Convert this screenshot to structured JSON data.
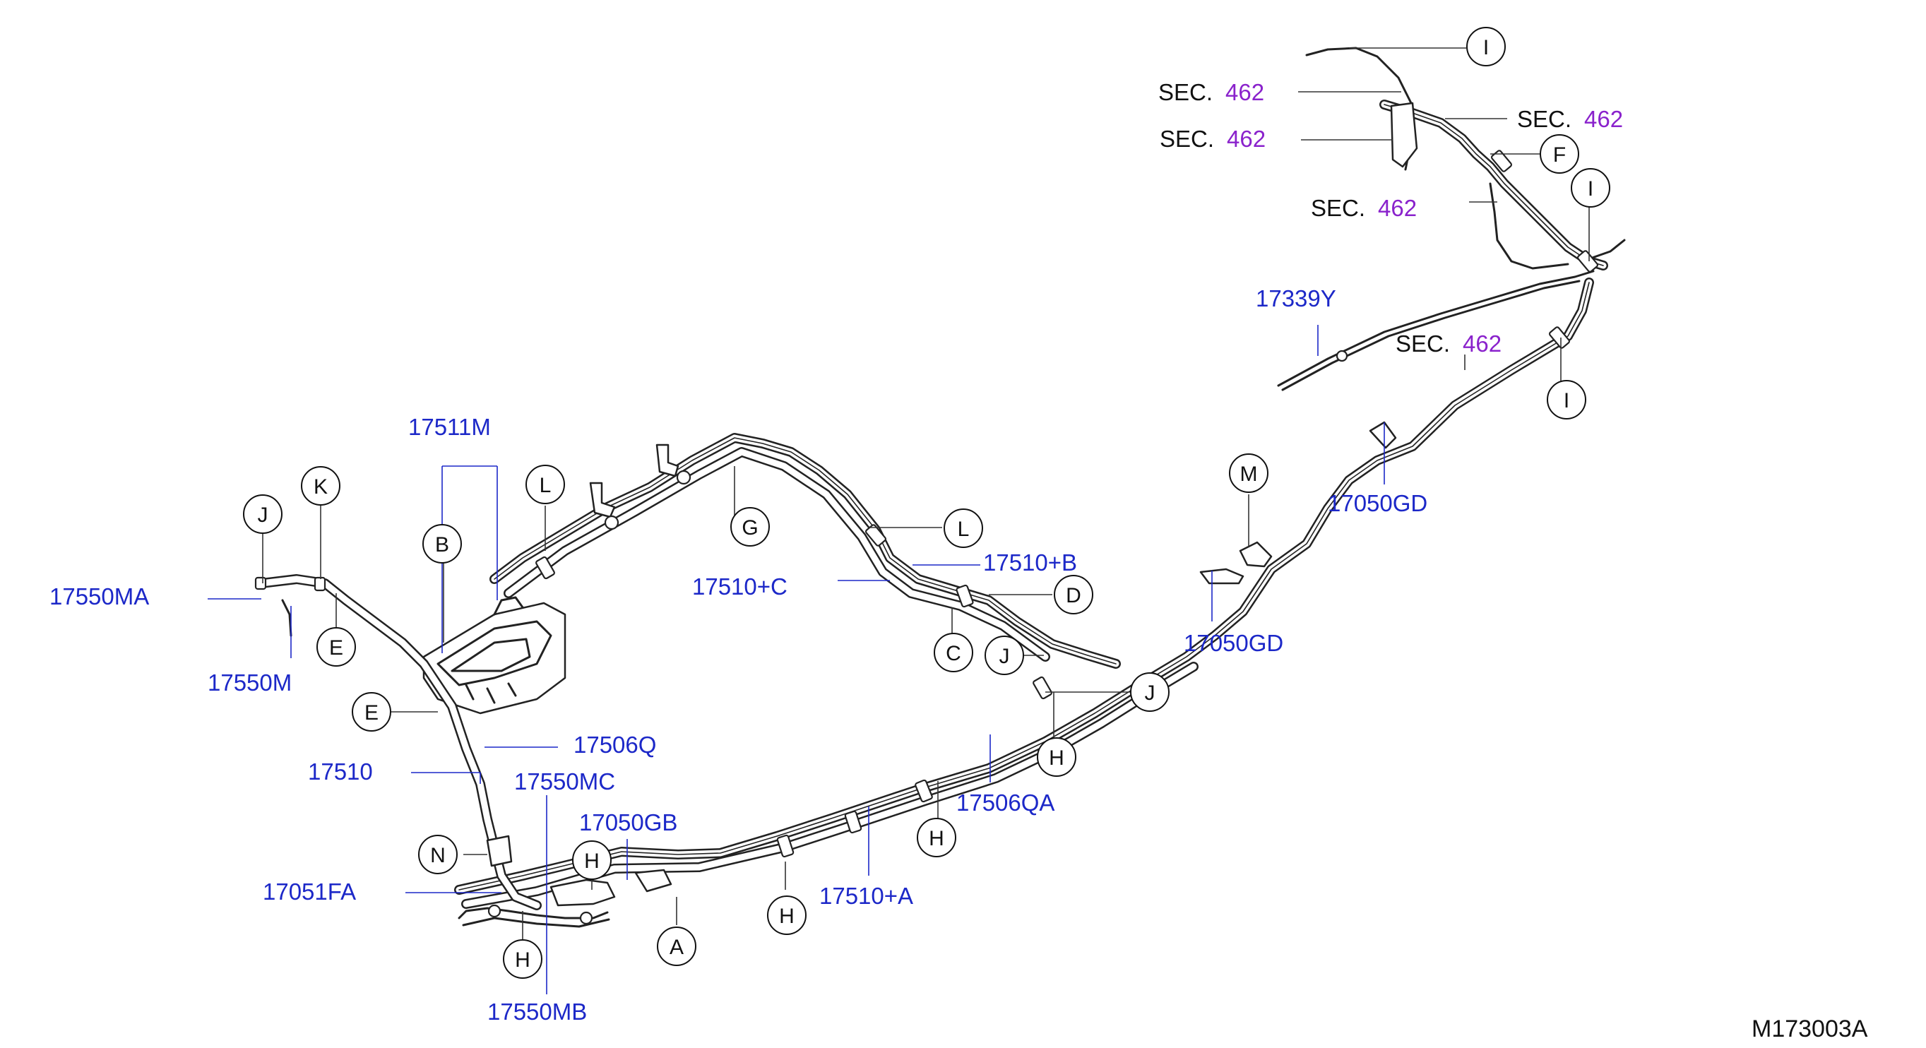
{
  "diagram_number": "M173003A",
  "parts": {
    "p17511M": "17511M",
    "p17550MA": "17550MA",
    "p17550M": "17550M",
    "p17506Q": "17506Q",
    "p17510": "17510",
    "p17550MC": "17550MC",
    "p17050GB": "17050GB",
    "p17051FA": "17051FA",
    "p17550MB": "17550MB",
    "p17510A": "17510+A",
    "p17506QA": "17506QA",
    "p17510B": "17510+B",
    "p17510C": "17510+C",
    "p17050GD_1": "17050GD",
    "p17050GD_2": "17050GD",
    "p17339Y": "17339Y"
  },
  "sec_refs": [
    {
      "word": "SEC.",
      "num": "462"
    },
    {
      "word": "SEC.",
      "num": "462"
    },
    {
      "word": "SEC.",
      "num": "462"
    },
    {
      "word": "SEC.",
      "num": "462"
    },
    {
      "word": "SEC.",
      "num": "462"
    }
  ],
  "refs": {
    "J1": "J",
    "K": "K",
    "E1": "E",
    "E2": "E",
    "B": "B",
    "L1": "L",
    "G": "G",
    "L2": "L",
    "D": "D",
    "C": "C",
    "J2": "J",
    "J3": "J",
    "H1": "H",
    "H2": "H",
    "H3": "H",
    "H4": "H",
    "H5": "H",
    "N": "N",
    "A": "A",
    "M": "M",
    "I1": "I",
    "I2": "I",
    "I3": "I",
    "F": "F"
  }
}
